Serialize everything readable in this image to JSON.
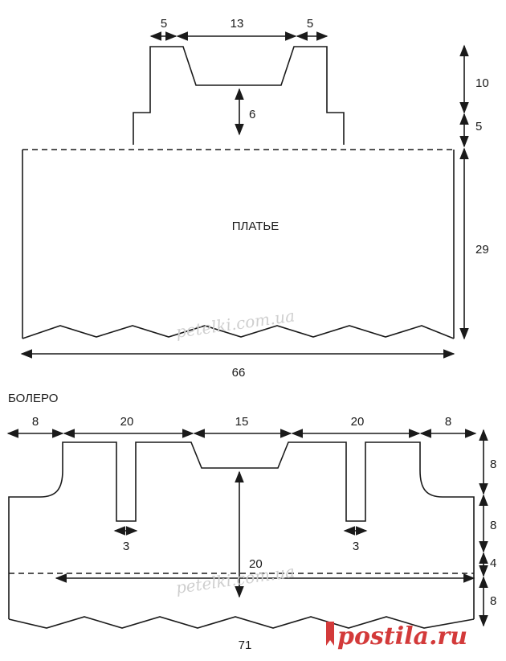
{
  "dress": {
    "title": "ПЛАТЬЕ",
    "dims": {
      "shoulder_left": "5",
      "neck_width": "13",
      "shoulder_right": "5",
      "neck_depth": "6",
      "height_top": "10",
      "height_mid": "5",
      "height_body": "29",
      "width": "66"
    }
  },
  "bolero": {
    "title": "БОЛЕРО",
    "dims": {
      "left_8": "8",
      "left_20": "20",
      "center_15": "15",
      "right_20": "20",
      "right_8": "8",
      "slot_left": "3",
      "slot_right": "3",
      "center_20": "20",
      "r1": "8",
      "r2": "8",
      "r3": "4",
      "r4": "8",
      "width": "71"
    }
  },
  "watermarks": {
    "text1": "petelki.com.ua",
    "text2": "petelki.com.ua",
    "brand": "postila.ru"
  }
}
